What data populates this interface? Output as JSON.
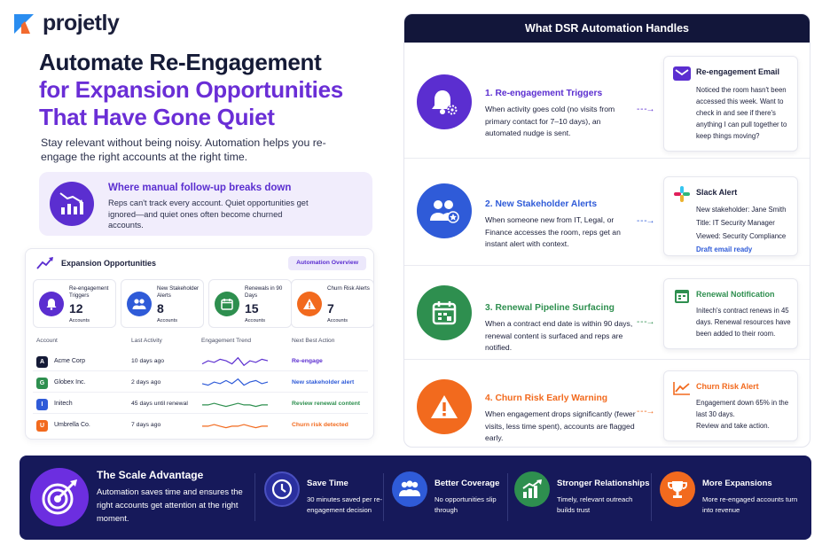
{
  "brand": {
    "name": "projetly",
    "colors": {
      "blue": "#2a8df0",
      "orange": "#f26a2e",
      "purple": "#5b2ed0",
      "navy": "#12163a"
    }
  },
  "hero": {
    "line1": "Automate Re-Engagement",
    "line2": "for Expansion Opportunities",
    "line3": "That Have Gone Quiet",
    "subtitle": "Stay relevant without being noisy. Automation helps you re-engage the right accounts at the right time."
  },
  "callout": {
    "icon": "declining-chart-icon",
    "title": "Where manual follow-up breaks down",
    "text": "Reps can't track every account. Quiet opportunities get ignored—and quiet ones often become churned accounts."
  },
  "dashboard": {
    "title": "Expansion Opportunities",
    "button": "Automation Overview",
    "stats": [
      {
        "label": "Re-engagement Triggers",
        "value": "12",
        "sub": "Accounts",
        "icon": "bell-icon",
        "color": "#5b2ed0"
      },
      {
        "label": "New Stakeholder Alerts",
        "value": "8",
        "sub": "Accounts",
        "icon": "users-icon",
        "color": "#2f5bd8"
      },
      {
        "label": "Renewals in 90 Days",
        "value": "15",
        "sub": "Accounts",
        "icon": "calendar-icon",
        "color": "#2e8f4f"
      },
      {
        "label": "Churn Risk Alerts",
        "value": "7",
        "sub": "Accounts",
        "icon": "warning-icon",
        "color": "#f26a1e"
      }
    ],
    "columns": [
      "Account",
      "Last Activity",
      "Engagement Trend",
      "Next Best Action"
    ],
    "rows": [
      {
        "initial": "A",
        "account": "Acme Corp",
        "activity": "10 days ago",
        "action": "Re-engage",
        "color": "#141a36",
        "action_color": "#5b2ed0",
        "trend": [
          5,
          7,
          6,
          8,
          7,
          5,
          9,
          4,
          7,
          6,
          8,
          7
        ]
      },
      {
        "initial": "G",
        "account": "Globex Inc.",
        "activity": "2 days ago",
        "action": "New stakeholder alert",
        "color": "#2e8f4f",
        "action_color": "#2f5bd8",
        "trend": [
          6,
          5,
          7,
          6,
          8,
          6,
          9,
          5,
          7,
          8,
          6,
          7
        ]
      },
      {
        "initial": "I",
        "account": "Initech",
        "activity": "45 days until renewal",
        "action": "Review renewal content",
        "color": "#2f5bd8",
        "action_color": "#2e8f4f",
        "trend": [
          6,
          6,
          7,
          6,
          5,
          6,
          7,
          6,
          6,
          5,
          6,
          6
        ]
      },
      {
        "initial": "U",
        "account": "Umbrella Co.",
        "activity": "7 days ago",
        "action": "Churn risk detected",
        "color": "#f26a1e",
        "action_color": "#f26a1e",
        "trend": [
          6,
          6,
          7,
          6,
          5,
          6,
          6,
          7,
          6,
          5,
          6,
          6
        ]
      }
    ]
  },
  "handles": {
    "title": "What DSR Automation Handles",
    "rows": [
      {
        "title": "1. Re-engagement Triggers",
        "text": "When activity goes cold (no visits from primary contact for 7–10 days), an automated nudge is sent.",
        "icon": "bell-gear-icon",
        "color": "#5b2ed0",
        "card": {
          "title": "Re-engagement Email",
          "icon": "email-icon",
          "lines": [
            "Noticed the room hasn't been accessed this week. Want to check in and see if there's anything I can pull together to keep things moving?"
          ]
        }
      },
      {
        "title": "2. New Stakeholder Alerts",
        "text": "When someone new from IT, Legal, or Finance accesses the room, reps get an instant alert with context.",
        "icon": "users-star-icon",
        "color": "#2f5bd8",
        "card": {
          "title": "Slack Alert",
          "icon": "slack-icon",
          "lines": [
            "New stakeholder: Jane Smith",
            "Title: IT Security Manager",
            "Viewed: Security Compliance"
          ],
          "link": "Draft email ready"
        }
      },
      {
        "title": "3. Renewal Pipeline Surfacing",
        "text": "When a contract end date is within 90 days, renewal content is surfaced and reps are notified.",
        "icon": "calendar-icon",
        "color": "#2e8f4f",
        "card": {
          "title": "Renewal Notification",
          "icon": "calendar-icon",
          "lines": [
            "Initech's contract renews in 45 days. Renewal resources have been added to their room."
          ]
        }
      },
      {
        "title": "4. Churn Risk Early Warning",
        "text": "When engagement drops significantly (fewer visits, less time spent), accounts are flagged early.",
        "icon": "warning-icon",
        "color": "#f26a1e",
        "card": {
          "title": "Churn Risk Alert",
          "icon": "trend-icon",
          "lines": [
            "Engagement down 65% in the last 30 days.",
            "Review and take action."
          ]
        }
      }
    ]
  },
  "scale": {
    "title": "The Scale Advantage",
    "text": "Automation saves time and ensures the right accounts get attention at the right moment.",
    "icon": "target-icon",
    "items": [
      {
        "title": "Save Time",
        "text": "30 minutes saved per re-engagement decision",
        "icon": "clock-icon",
        "color": "#2a2f9e"
      },
      {
        "title": "Better Coverage",
        "text": "No opportunities slip through",
        "icon": "users-icon",
        "color": "#2f5bd8"
      },
      {
        "title": "Stronger Relationships",
        "text": "Timely, relevant outreach builds trust",
        "icon": "growth-chart-icon",
        "color": "#2e8f4f"
      },
      {
        "title": "More Expansions",
        "text": "More re-engaged accounts turn into revenue",
        "icon": "trophy-icon",
        "color": "#f26a1e"
      }
    ]
  }
}
